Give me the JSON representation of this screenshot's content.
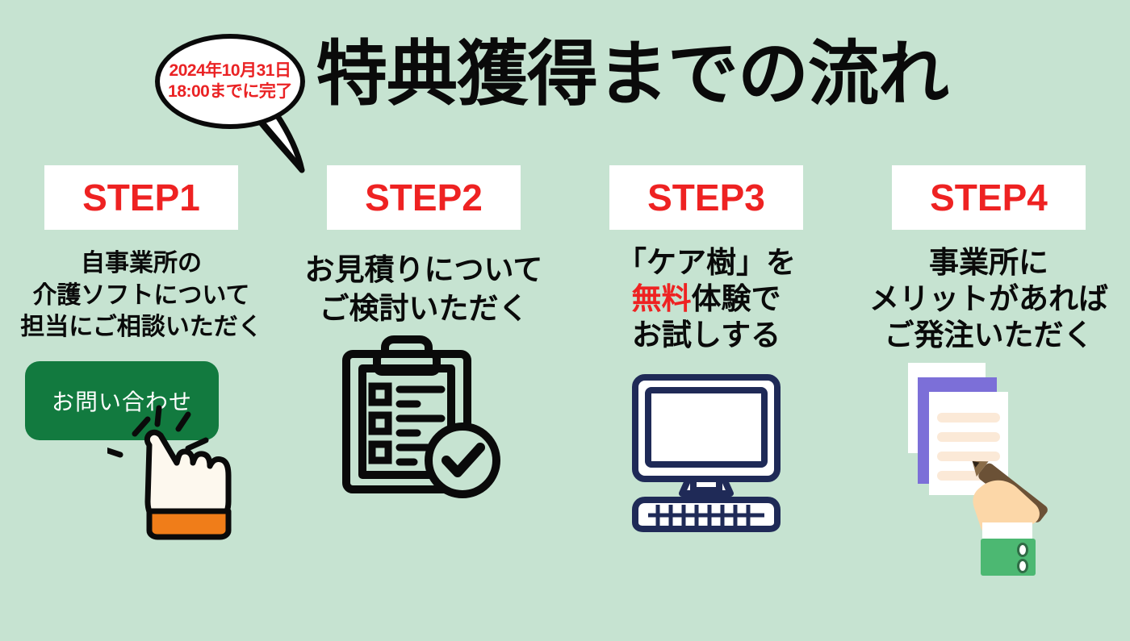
{
  "page": {
    "background_color": "#c6e3d1",
    "title": "特典獲得までの流れ"
  },
  "badge": {
    "line1": "2024年10月31日",
    "line2": "18:00までに完了",
    "text_color": "#ea2224"
  },
  "colors": {
    "accent_red": "#ee2222",
    "button_green": "#127a3f",
    "sleeve_green": "#4cb872",
    "doc_purple": "#7c6fd8",
    "computer_navy": "#1f2a57"
  },
  "steps": [
    {
      "badge": "STEP1",
      "lines": [
        "自事業所の",
        "介護ソフトについて",
        "担当にご相談いただく"
      ],
      "highlight": null,
      "art": "contact-button-with-click-hand",
      "cta_label": "お問い合わせ"
    },
    {
      "badge": "STEP2",
      "lines": [
        "お見積りについて",
        "ご検討いただく"
      ],
      "highlight": null,
      "art": "clipboard-checklist-icon"
    },
    {
      "badge": "STEP3",
      "lines": [
        "「ケア樹」を",
        "無料体験で",
        "お試しする"
      ],
      "highlight": "無料",
      "highlight_line": 1,
      "highlight_rest": "体験で",
      "art": "desktop-computer-icon"
    },
    {
      "badge": "STEP4",
      "lines": [
        "事業所に",
        "メリットがあれば",
        "ご発注いただく"
      ],
      "highlight": null,
      "art": "documents-signing-hand-illustration"
    }
  ]
}
